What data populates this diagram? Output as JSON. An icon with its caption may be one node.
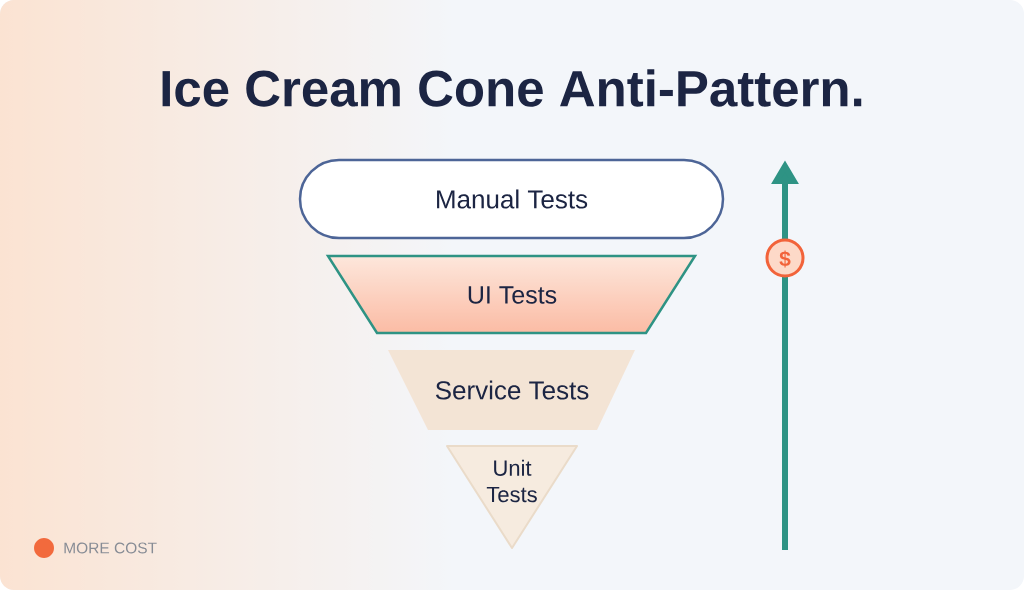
{
  "diagram": {
    "title": "Ice Cream Cone Anti-Pattern.",
    "nodes": [
      {
        "text": [
          "Manual Tests"
        ]
      },
      {
        "text": [
          "UI Tests"
        ]
      },
      {
        "text": [
          "Service Tests"
        ]
      },
      {
        "text": [
          "Unit Tests"
        ]
      }
    ],
    "labels": [
      "$"
    ],
    "legend": [
      {
        "text": "MORE COST",
        "color": "#f26a3d"
      }
    ]
  }
}
